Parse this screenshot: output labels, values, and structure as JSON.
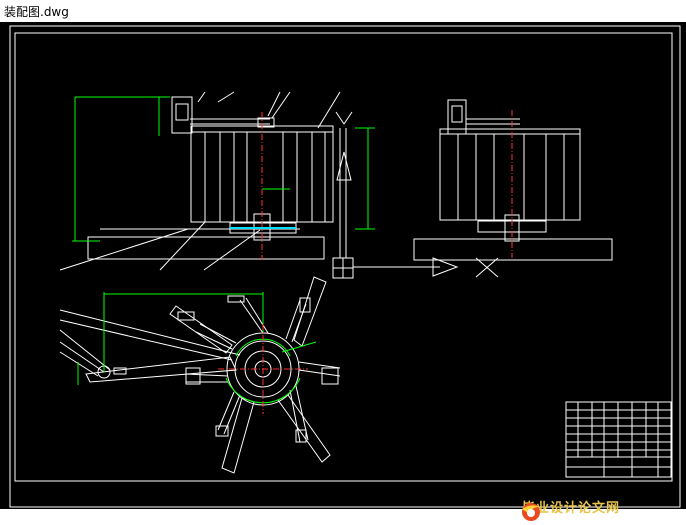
{
  "window": {
    "title": "装配图.dwg"
  },
  "drawing": {
    "colors": {
      "frame": "#ffffff",
      "dimension": "#00ff00",
      "center": "#ff3030",
      "accent": "#00e0ff",
      "background": "#000000"
    }
  },
  "watermark": {
    "name": "毕业设计论文网",
    "url": "www.56doc.com"
  }
}
